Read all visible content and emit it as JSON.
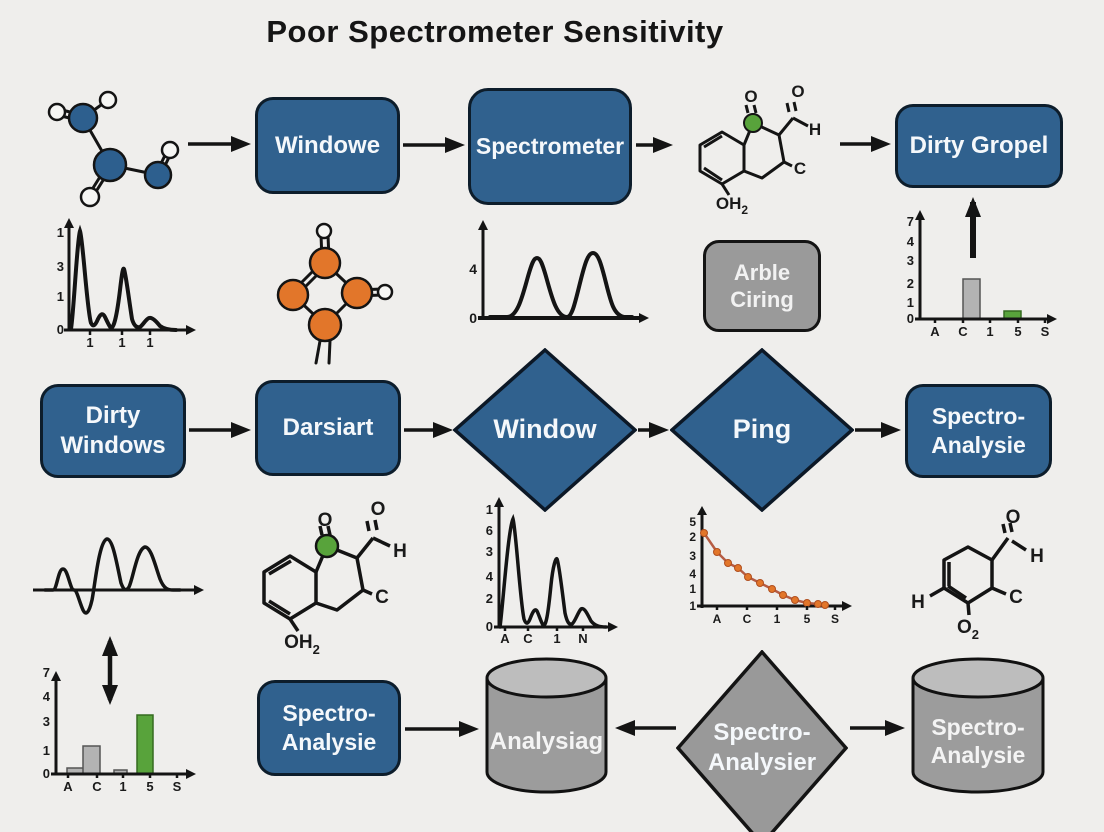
{
  "title": "Poor Spectrometer Sensitivity",
  "palette": {
    "node_blue": "#30618e",
    "node_blue_border": "#0d1d2b",
    "node_gray": "#9a9a9a",
    "bar_gray": "#b3b3b3",
    "green": "#58a33b",
    "orange": "#e2762a",
    "decay_line": "#b65c43",
    "arrow_black": "#141414",
    "background": "#efeeec",
    "cylinder_body": "#9c9c9c",
    "cylinder_top": "#bdbdbd"
  },
  "nodes": {
    "windowe": {
      "label": "Windowe"
    },
    "spectrometer": {
      "label": "Spectrometer"
    },
    "dirty_gropel": {
      "label": "Dirty Gropel"
    },
    "arble_ciring": {
      "line1": "Arble",
      "line2": "Ciring"
    },
    "dirty_windows": {
      "line1": "Dirty",
      "line2": "Windows"
    },
    "darsiart": {
      "label": "Darsiart"
    },
    "window_diamond": {
      "label": "Window"
    },
    "ping_diamond": {
      "label": "Ping"
    },
    "spectro_analysie_mid": {
      "line1": "Spectro-",
      "line2": "Analysie"
    },
    "spectro_analysie_bottom": {
      "line1": "Spectro-",
      "line2": "Analysie"
    },
    "analysiag_db": {
      "label": "Analysiag"
    },
    "spectro_analysier_diamond": {
      "line1": "Spectro-",
      "line2": "Analysier"
    },
    "spectro_analysie_db": {
      "line1": "Spectro-",
      "line2": "Analysie"
    }
  },
  "molecules": {
    "struct_top": {
      "o_ketone": "O",
      "o_aldehyde": "O",
      "h": "H",
      "c": "C",
      "oh_base": "OH",
      "oh_sub": "2"
    },
    "struct_mid": {
      "o_ketone": "O",
      "o_aldehyde": "O",
      "h": "H",
      "c": "C",
      "oh_base": "OH",
      "oh_sub": "2"
    },
    "struct_right": {
      "o_aldehyde": "O",
      "h_right": "H",
      "h_left": "H",
      "c": "C",
      "o_base": "O",
      "o_sub": "2"
    }
  },
  "chart_data": [
    {
      "id": "spectrum_top_left",
      "type": "line",
      "yticks": [
        "1",
        "3",
        "1",
        "0"
      ],
      "xticks": [
        "1",
        "1",
        "1"
      ],
      "peaks_x": [
        0.13,
        0.3,
        0.45,
        0.68
      ],
      "peaks_h": [
        1.0,
        0.15,
        0.6,
        0.12
      ]
    },
    {
      "id": "double_gaussian",
      "type": "line",
      "yticks": [
        "4",
        "0"
      ],
      "xticks": [],
      "peaks_x": [
        0.35,
        0.68
      ],
      "peaks_h": [
        0.9,
        0.97
      ]
    },
    {
      "id": "bars_top_right",
      "type": "bar",
      "yticks": [
        "7",
        "4",
        "3",
        "2",
        "1",
        "0"
      ],
      "categories": [
        "A",
        "C",
        "1",
        "5",
        "S"
      ],
      "values": [
        0,
        2,
        0,
        0.5,
        0
      ],
      "bar_colors": [
        "",
        "#b3b3b3",
        "",
        "#58a33b",
        ""
      ]
    },
    {
      "id": "spectrum_mid",
      "type": "line",
      "yticks": [
        "1",
        "6",
        "3",
        "4",
        "2",
        "0"
      ],
      "xticks": [
        "A",
        "C",
        "1",
        "N"
      ],
      "peaks_x": [
        0.12,
        0.3,
        0.45,
        0.68
      ],
      "peaks_h": [
        1.0,
        0.17,
        0.63,
        0.16
      ]
    },
    {
      "id": "decay_scatter",
      "type": "scatter",
      "yticks": [
        "5",
        "2",
        "3",
        "4",
        "1",
        "1"
      ],
      "xticks": [
        "A",
        "C",
        "1",
        "5",
        "S"
      ],
      "points_y": [
        0.95,
        0.72,
        0.6,
        0.54,
        0.43,
        0.36,
        0.29,
        0.22,
        0.15,
        0.1,
        0.05,
        0.02
      ]
    },
    {
      "id": "bars_bottom_left",
      "type": "bar",
      "yticks": [
        "7",
        "4",
        "3",
        "1",
        "0"
      ],
      "categories": [
        "A",
        "C",
        "1",
        "5",
        "S"
      ],
      "values": [
        0.3,
        1.1,
        0.15,
        3.2,
        0
      ],
      "bar_colors": [
        "#b3b3b3",
        "#b3b3b3",
        "#b3b3b3",
        "#58a33b",
        ""
      ]
    },
    {
      "id": "waveform",
      "type": "line",
      "yticks": [],
      "xticks": [],
      "peaks_x": [
        0.2,
        0.45,
        0.7
      ],
      "peaks_h": [
        0.4,
        1.0,
        0.85
      ]
    }
  ]
}
